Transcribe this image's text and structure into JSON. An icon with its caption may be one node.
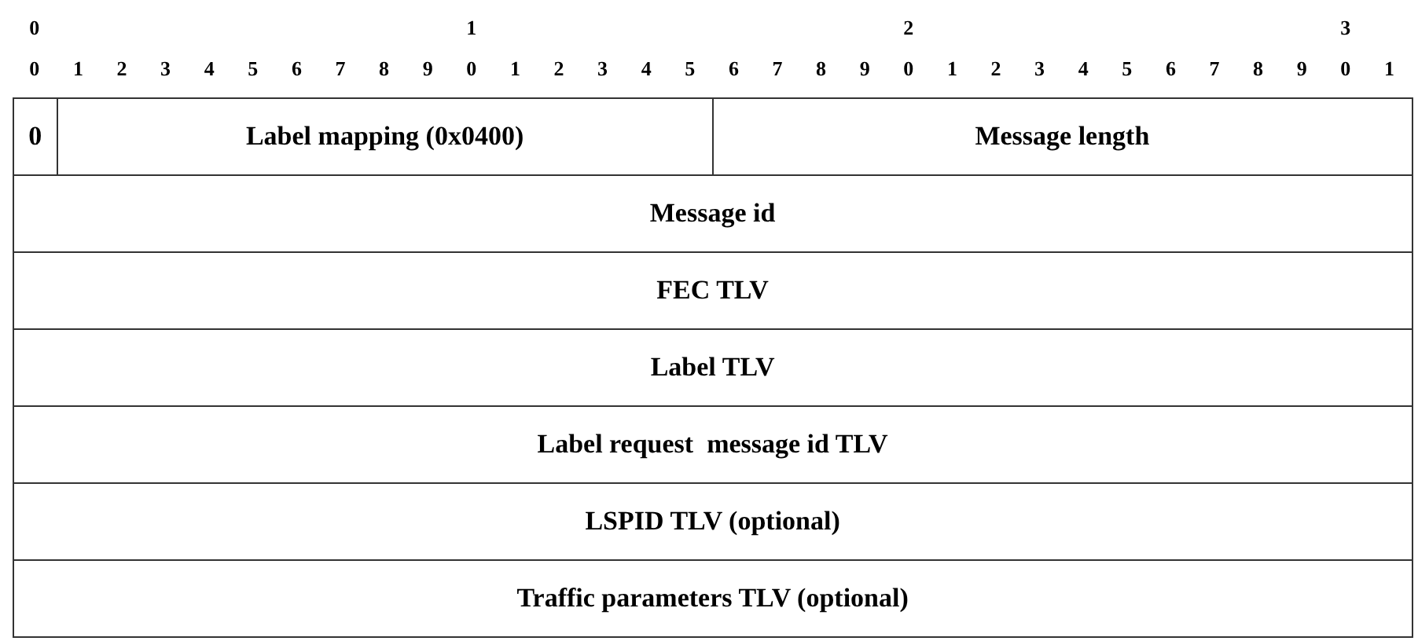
{
  "diagram": {
    "nodes": [
      {
        "text": [
          "0"
        ]
      },
      {
        "text": [
          "Label mapping (0x0400)"
        ]
      },
      {
        "text": [
          "Message length"
        ]
      },
      {
        "text": [
          "Message id"
        ]
      },
      {
        "text": [
          "FEC TLV"
        ]
      },
      {
        "text": [
          "Label TLV"
        ]
      },
      {
        "text": [
          "Label request  message id TLV"
        ]
      },
      {
        "text": [
          "LSPID TLV (optional)"
        ]
      },
      {
        "text": [
          "Traffic parameters TLV (optional)"
        ]
      }
    ],
    "labels": [
      "0",
      "1",
      "2",
      "3",
      "0",
      "1",
      "2",
      "3",
      "4",
      "5",
      "6",
      "7",
      "8",
      "9",
      "0",
      "1",
      "2",
      "3",
      "4",
      "5",
      "6",
      "7",
      "8",
      "9",
      "0",
      "1",
      "2",
      "3",
      "4",
      "5",
      "6",
      "7",
      "8",
      "9",
      "0",
      "1"
    ]
  }
}
